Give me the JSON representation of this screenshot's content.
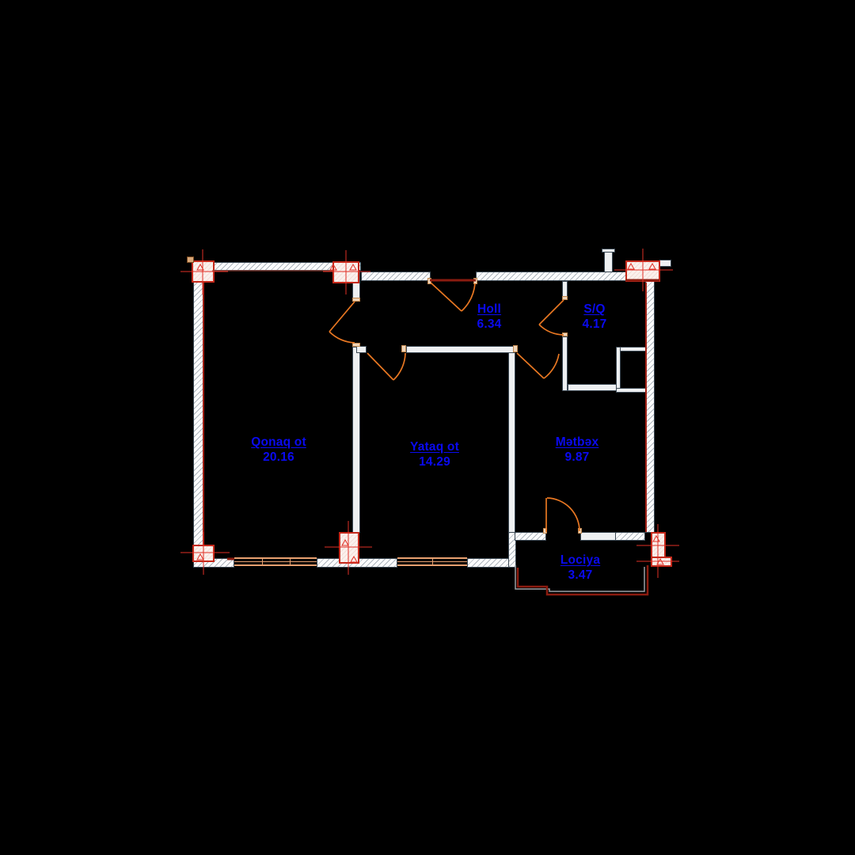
{
  "drawing": {
    "kind": "apartment-floor-plan",
    "rooms": [
      {
        "id": "qonaq",
        "name": "Qonaq ot",
        "area": "20.16"
      },
      {
        "id": "yataq",
        "name": "Yataq ot",
        "area": "14.29"
      },
      {
        "id": "holl",
        "name": "Holl",
        "area": "6.34"
      },
      {
        "id": "sq",
        "name": "S/Q",
        "area": "4.17"
      },
      {
        "id": "metbex",
        "name": "Mətbəx",
        "area": "9.87"
      },
      {
        "id": "lociya",
        "name": "Lociya",
        "area": "3.47"
      }
    ],
    "colors": {
      "background": "#000000",
      "room_label": "#0a0af0",
      "door": "#e87722",
      "wall_fill": "#fbfcfd",
      "wall_outline": "#3c4954",
      "column_outline": "#c5291b",
      "accent_dark_red": "#8b1c10",
      "centerline_red": "#e03026",
      "window_frame": "#e8a070",
      "loggia_gray": "#9aa0a6"
    }
  }
}
